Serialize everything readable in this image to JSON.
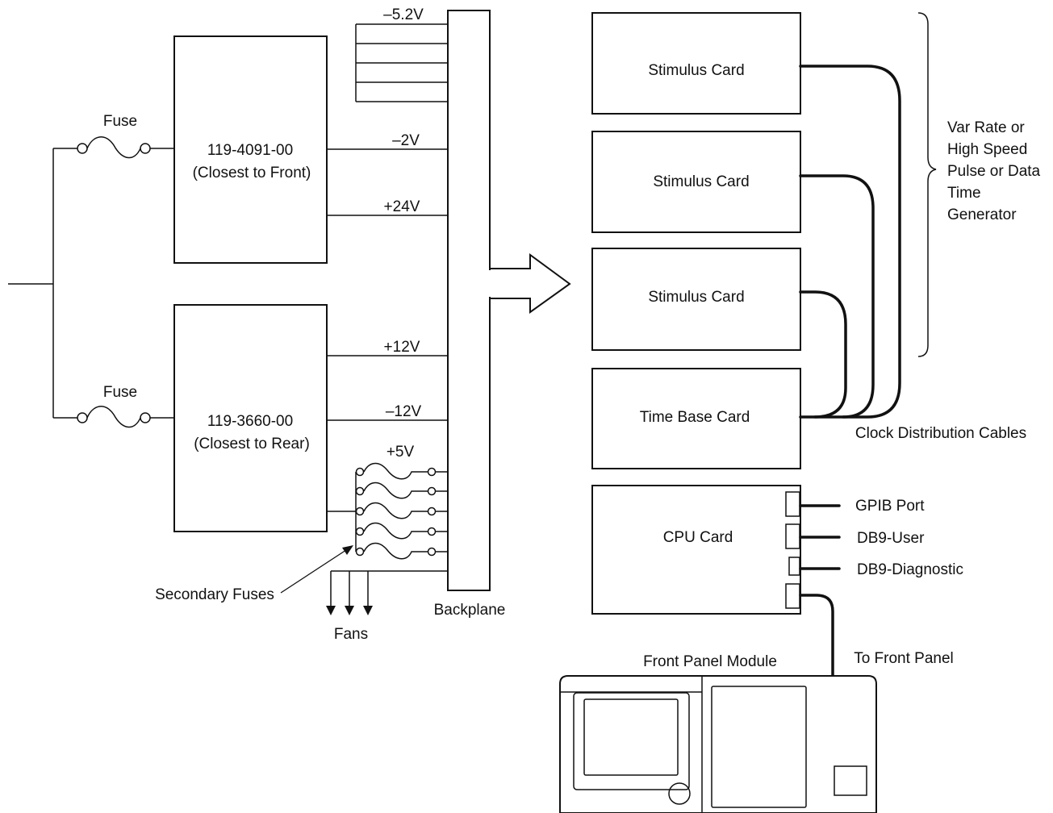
{
  "fuses": {
    "main_top": "Fuse",
    "main_bottom": "Fuse",
    "secondary": "Secondary Fuses"
  },
  "power_supplies": [
    {
      "part": "119-4091-00",
      "location": "(Closest to Front)"
    },
    {
      "part": "119-3660-00",
      "location": "(Closest to Rear)"
    }
  ],
  "voltages": {
    "v_neg5_2": "–5.2V",
    "v_neg2": "–2V",
    "v_pos24": "+24V",
    "v_pos12": "+12V",
    "v_neg12": "–12V",
    "v_pos5": "+5V"
  },
  "fans": "Fans",
  "backplane": "Backplane",
  "cards": {
    "stimulus_1": "Stimulus Card",
    "stimulus_2": "Stimulus Card",
    "stimulus_3": "Stimulus Card",
    "time_base": "Time Base Card",
    "cpu": "CPU Card"
  },
  "generator_note": [
    "Var Rate or",
    "High Speed",
    "Pulse or Data",
    "Time",
    "Generator"
  ],
  "clock_cables": "Clock Distribution Cables",
  "ports": {
    "gpib": "GPIB Port",
    "db9_user": "DB9-User",
    "db9_diag": "DB9-Diagnostic"
  },
  "front_panel": {
    "to_label": "To Front Panel",
    "module_label": "Front Panel Module"
  }
}
